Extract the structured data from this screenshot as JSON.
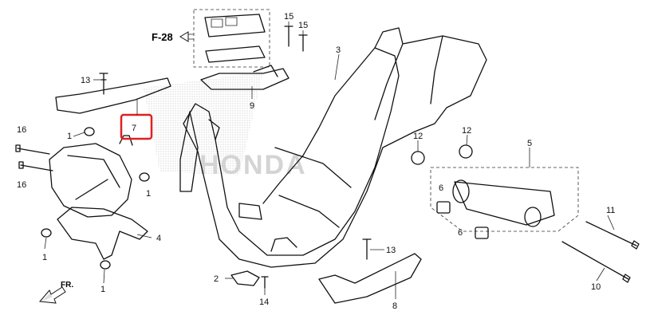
{
  "diagram": {
    "callouts": [
      {
        "id": "c15a",
        "text": "15"
      },
      {
        "id": "c15b",
        "text": "15"
      },
      {
        "id": "c3",
        "text": "3"
      },
      {
        "id": "c13a",
        "text": "13"
      },
      {
        "id": "c7",
        "text": "7"
      },
      {
        "id": "c9",
        "text": "9"
      },
      {
        "id": "c16a",
        "text": "16"
      },
      {
        "id": "c1a",
        "text": "1"
      },
      {
        "id": "c16b",
        "text": "16"
      },
      {
        "id": "c1b",
        "text": "1"
      },
      {
        "id": "c1c",
        "text": "1"
      },
      {
        "id": "c1d",
        "text": "1"
      },
      {
        "id": "c4",
        "text": "4"
      },
      {
        "id": "c12a",
        "text": "12"
      },
      {
        "id": "c12b",
        "text": "12"
      },
      {
        "id": "c5",
        "text": "5"
      },
      {
        "id": "c6a",
        "text": "6"
      },
      {
        "id": "c6b",
        "text": "6"
      },
      {
        "id": "c11",
        "text": "11"
      },
      {
        "id": "c10",
        "text": "10"
      },
      {
        "id": "c13b",
        "text": "13"
      },
      {
        "id": "c2",
        "text": "2"
      },
      {
        "id": "c14",
        "text": "14"
      },
      {
        "id": "c8",
        "text": "8"
      }
    ],
    "reference": "F-28",
    "front_marker": "FR.",
    "watermark": "HONDA",
    "colors": {
      "highlight": "#e02020",
      "line": "#111111",
      "watermark": "#cfcfcf"
    }
  }
}
